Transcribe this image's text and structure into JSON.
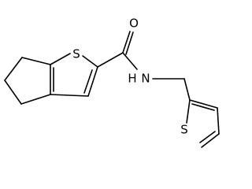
{
  "diagram": {
    "type": "chemical-structure",
    "atoms": {
      "s1": "S",
      "o1": "O",
      "n1": "N",
      "h1": "H",
      "s2": "S"
    }
  }
}
